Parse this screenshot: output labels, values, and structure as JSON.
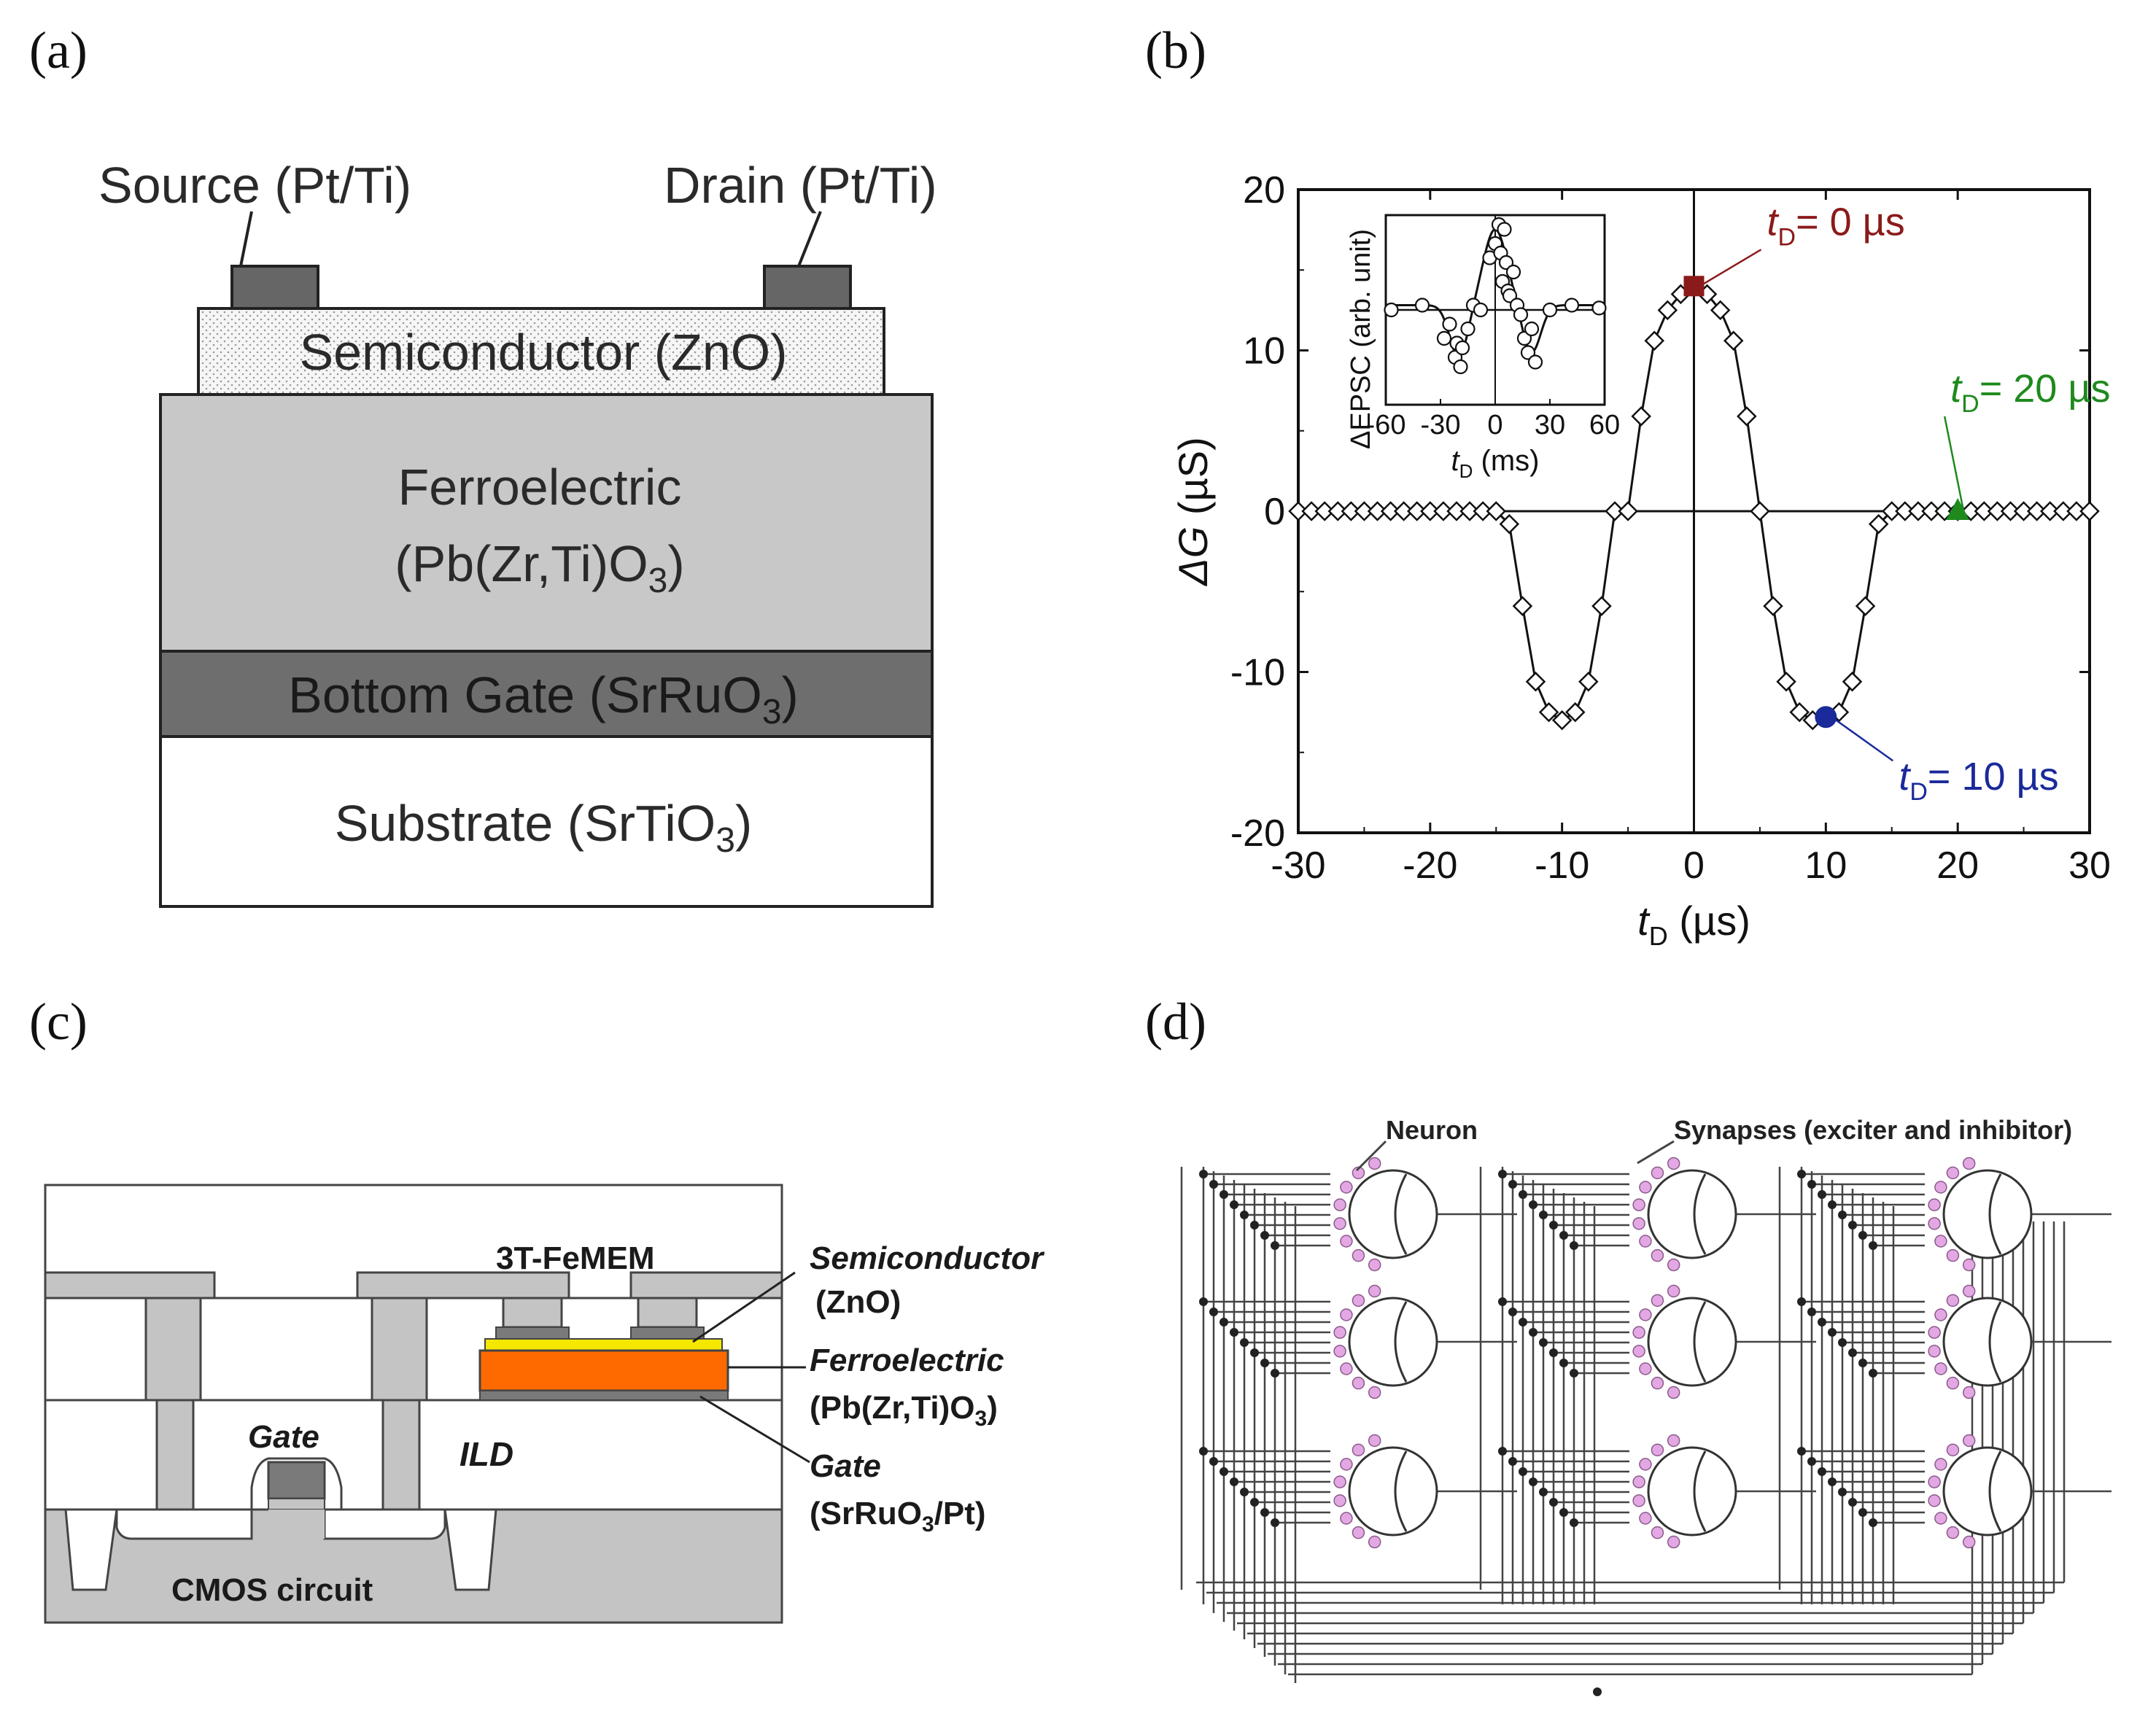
{
  "labels": {
    "a": "(a)",
    "b": "(b)",
    "c": "(c)",
    "d": "(d)"
  },
  "panel_a": {
    "source": "Source (Pt/Ti)",
    "drain": "Drain (Pt/Ti)",
    "semiconductor": "Semiconductor (ZnO)",
    "ferroelectric_line1": "Ferroelectric",
    "ferroelectric_line2_pre": "(Pb(Zr,Ti)O",
    "ferroelectric_line2_sub": "3",
    "ferroelectric_line2_post": ")",
    "gate_pre": "Bottom Gate (SrRuO",
    "gate_sub": "3",
    "gate_post": ")",
    "substrate_pre": "Substrate (SrTiO",
    "substrate_sub": "3",
    "substrate_post": ")",
    "colors": {
      "semiconductor": "#f5f5f5",
      "ferroelectric": "#c8c8c8",
      "gate": "#6e6e6e",
      "substrate": "#ffffff",
      "contact": "#666666"
    }
  },
  "panel_b": {
    "chart_data": {
      "type": "scatter",
      "xlabel_t": "t",
      "xlabel_sub": "D",
      "xlabel_unit": " (µs)",
      "ylabel_delta": "ΔG",
      "ylabel_unit": " (µS)",
      "xlim": [
        -30,
        30
      ],
      "ylim": [
        -20,
        20
      ],
      "xticks": [
        -30,
        -20,
        -10,
        0,
        10,
        20,
        30
      ],
      "yticks": [
        20,
        10,
        0,
        -10,
        -20
      ],
      "series": [
        {
          "x": [
            -30,
            -29,
            -28,
            -27,
            -26,
            -25,
            -24,
            -23,
            -22,
            -21,
            -20,
            -19,
            -18,
            -17,
            -16,
            -15,
            -14,
            -13,
            -12,
            -11,
            -10,
            -9,
            -8,
            -7,
            -6,
            -5,
            -4,
            -3,
            -2,
            -1,
            0,
            1,
            2,
            3,
            4,
            5,
            6,
            7,
            8,
            9,
            10,
            11,
            12,
            13,
            14,
            15,
            16,
            17,
            18,
            19,
            20,
            21,
            22,
            23,
            24,
            25,
            26,
            27,
            28,
            29,
            30
          ],
          "y": [
            0,
            0,
            0,
            0,
            0,
            0,
            0,
            0,
            0,
            0,
            0,
            0,
            0,
            0,
            0,
            0,
            -0.8,
            -5.9,
            -10.6,
            -12.5,
            -13,
            -12.5,
            -10.6,
            -5.9,
            0,
            0,
            5.9,
            10.6,
            12.5,
            13.5,
            14,
            13.5,
            12.5,
            10.6,
            5.9,
            0,
            -5.9,
            -10.6,
            -12.5,
            -13,
            -12.8,
            -12.5,
            -10.6,
            -5.9,
            -0.8,
            0,
            0,
            0,
            0,
            0,
            0,
            0,
            0,
            0,
            0,
            0,
            0,
            0,
            0,
            0,
            0
          ]
        }
      ],
      "highlights": [
        {
          "x": 0,
          "y": 14,
          "label_t": "t",
          "label_sub": "D",
          "label_val": "= 0 µs",
          "color": "#8b1a1a",
          "marker": "square"
        },
        {
          "x": 20,
          "y": 0,
          "label_t": "t",
          "label_sub": "D",
          "label_val": "= 20 µs",
          "color": "#1e8a1e",
          "marker": "triangle"
        },
        {
          "x": 10,
          "y": -12.8,
          "label_t": "t",
          "label_sub": "D",
          "label_val": "= 10 µs",
          "color": "#1a2a9a",
          "marker": "circle"
        }
      ],
      "inset": {
        "ylabel": "ΔEPSC (arb. unit)",
        "xlabel_t": "t",
        "xlabel_sub": "D",
        "xlabel_unit": " (ms)",
        "xticks": [
          -60,
          -30,
          0,
          30,
          60
        ],
        "xlim": [
          -60,
          60
        ],
        "ylim": [
          -1,
          1
        ],
        "points": [
          [
            -57,
            0
          ],
          [
            -40,
            0.05
          ],
          [
            -28,
            -0.3
          ],
          [
            -25,
            -0.15
          ],
          [
            -22,
            -0.5
          ],
          [
            -21,
            -0.35
          ],
          [
            -19,
            -0.6
          ],
          [
            -18,
            -0.4
          ],
          [
            -15,
            -0.2
          ],
          [
            -12,
            0.05
          ],
          [
            -8,
            0
          ],
          [
            -3,
            0.55
          ],
          [
            0,
            0.7
          ],
          [
            2,
            0.9
          ],
          [
            3,
            0.6
          ],
          [
            4,
            0.3
          ],
          [
            5,
            0.85
          ],
          [
            6,
            0.5
          ],
          [
            7,
            0.2
          ],
          [
            8,
            0.15
          ],
          [
            10,
            0.4
          ],
          [
            12,
            0.05
          ],
          [
            14,
            -0.05
          ],
          [
            16,
            -0.3
          ],
          [
            18,
            -0.45
          ],
          [
            20,
            -0.2
          ],
          [
            22,
            -0.55
          ],
          [
            30,
            0
          ],
          [
            42,
            0.05
          ],
          [
            57,
            0.02
          ]
        ]
      }
    }
  },
  "panel_c": {
    "title": "3T-FeMEM",
    "semiconductor": "Semiconductor",
    "semiconductor_sub": "(ZnO)",
    "ferroelectric": "Ferroelectric",
    "ferro_pre": "(Pb(Zr,Ti)O",
    "ferro_sub": "3",
    "ferro_post": ")",
    "gate_label": "Gate",
    "gate_mat_pre": "(SrRuO",
    "gate_mat_sub": "3",
    "gate_mat_post": "/Pt)",
    "gate_cmos": "Gate",
    "ild": "ILD",
    "cmos": "CMOS circuit",
    "colors": {
      "ferro": "#ff6a00",
      "semi": "#f5e800",
      "metal": "#c4c4c4",
      "dark": "#7a7a7a"
    }
  },
  "panel_d": {
    "neuron": "Neuron",
    "synapses": "Synapses (exciter and inhibitor)",
    "colors": {
      "synapse": "#e3a8e3",
      "line": "#333333"
    }
  }
}
